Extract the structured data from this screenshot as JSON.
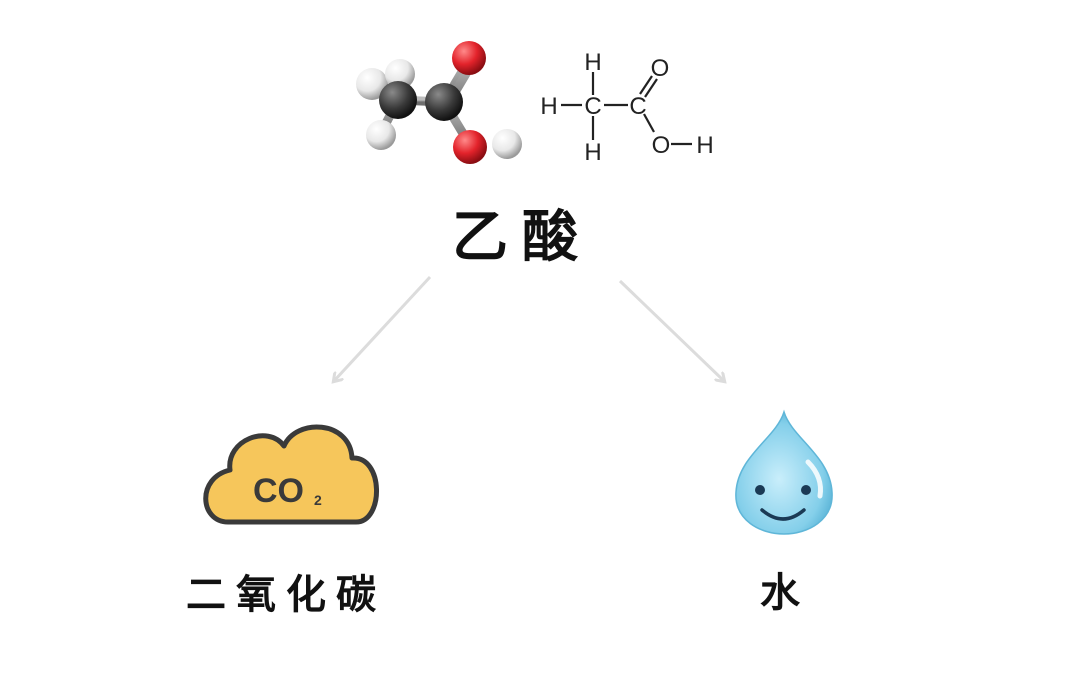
{
  "diagram": {
    "title": "乙酸",
    "structural_formula": {
      "hydrogen": "H",
      "carbon": "C",
      "oxygen": "O"
    },
    "products": [
      {
        "label": "二氧化碳",
        "icon": "co2-cloud-icon",
        "badge_main": "CO",
        "badge_sub": "2"
      },
      {
        "label": "水",
        "icon": "water-drop-icon"
      }
    ],
    "colors": {
      "arrow": "#dcdcdc",
      "cloud_fill": "#f6c65b",
      "cloud_stroke": "#3a3a3a",
      "drop_fill": "#8fd3ec",
      "atom_carbon": "#3a3a3a",
      "atom_oxygen": "#e3232b",
      "atom_hydrogen": "#f2f2f2"
    }
  }
}
